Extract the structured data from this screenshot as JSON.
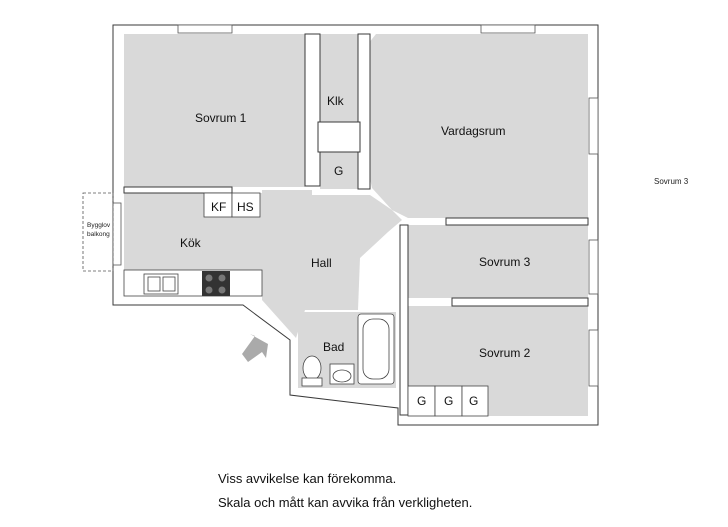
{
  "rooms": {
    "sovrum1": "Sovrum 1",
    "klk": "Klk",
    "vardagsrum": "Vardagsrum",
    "g_closet": "G",
    "kf": "KF",
    "hs": "HS",
    "kok": "Kök",
    "hall": "Hall",
    "sovrum3": "Sovrum 3",
    "bad": "Bad",
    "sovrum2": "Sovrum 2",
    "g1": "G",
    "g2": "G",
    "g3": "G"
  },
  "balcony": {
    "line1": "Bygglov",
    "line2": "balkong"
  },
  "side_label": "Sovrum 3",
  "notes": {
    "line1": "Viss avvikelse kan förekomma.",
    "line2": "Skala och mått kan avvika från verkligheten."
  },
  "colors": {
    "room_fill": "#d9d9d9",
    "wall": "#3a3a3a"
  }
}
